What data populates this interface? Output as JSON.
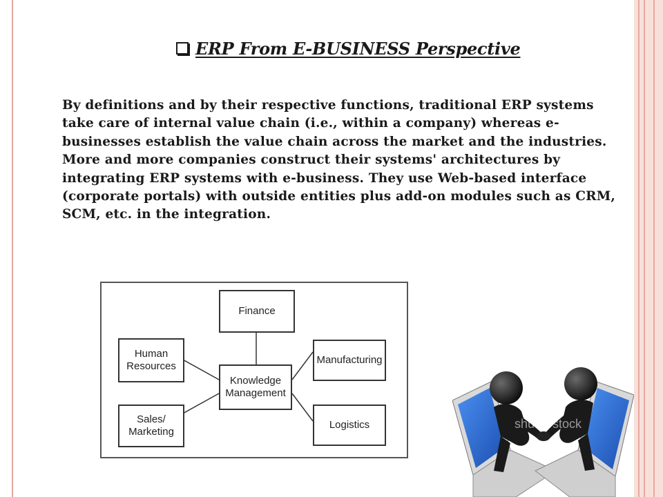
{
  "slide": {
    "title": "ERP From  E-BUSINESS Perspective",
    "body": "By definitions and by their respective functions, traditional ERP systems take care of internal value chain (i.e., within a company) whereas e-businesses establish the value chain across the market and the industries. More and more companies construct their systems' architectures by integrating ERP systems with e-business. They use Web-based interface (corporate portals) with outside entities plus add-on modules such as CRM, SCM, etc. in the integration."
  },
  "diagram": {
    "center": [
      "Knowledge",
      "Management"
    ],
    "finance": "Finance",
    "human_resources": [
      "Human",
      "Resources"
    ],
    "manufacturing": "Manufacturing",
    "sales_marketing": [
      "Sales/",
      "Marketing"
    ],
    "logistics": "Logistics"
  },
  "illustration": {
    "watermark": "shutterstock"
  },
  "colors": {
    "frame_accent": "#e3a6a0",
    "frame_right_bg": "#f8e0da",
    "text": "#1a1a1a",
    "laptop_screen": "#2a6fd6"
  }
}
